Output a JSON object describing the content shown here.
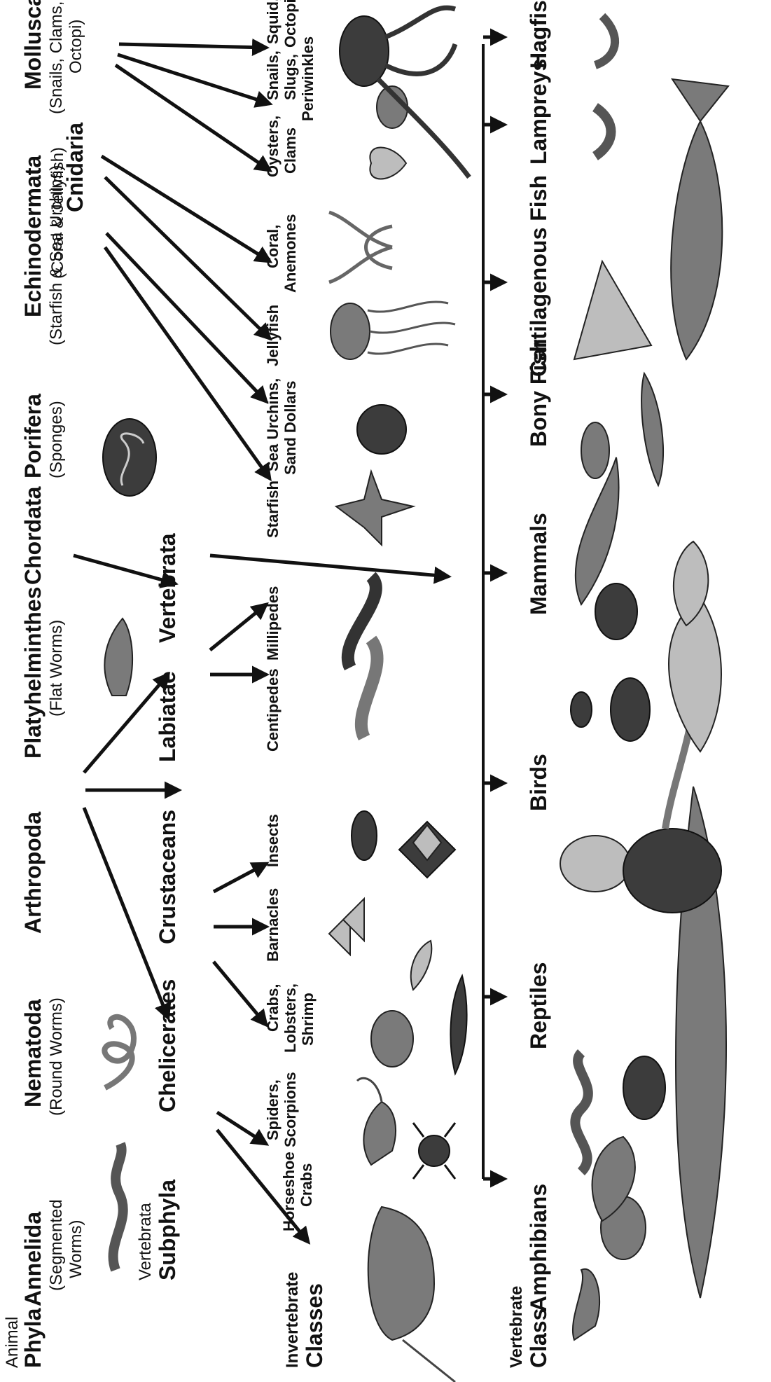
{
  "phyla_header": {
    "line1": "Animal",
    "line2": "Phyla"
  },
  "phyla": [
    {
      "id": "annelida",
      "name": "Annelida",
      "sub": [
        "(Segmented",
        "Worms)"
      ]
    },
    {
      "id": "nematoda",
      "name": "Nematoda",
      "sub": [
        "(Round Worms)"
      ]
    },
    {
      "id": "arthropoda",
      "name": "Arthropoda",
      "sub": []
    },
    {
      "id": "platyhelminthes",
      "name": "Platyhelminthes",
      "sub": [
        "(Flat Worms)"
      ]
    },
    {
      "id": "chordata",
      "name": "Chordata",
      "sub": []
    },
    {
      "id": "porifera",
      "name": "Porifera",
      "sub": [
        "(Sponges)"
      ]
    },
    {
      "id": "echinodermata",
      "name": "Echinodermata",
      "sub": [
        "(Starfish & Sea Urchins)"
      ]
    },
    {
      "id": "cnidaria",
      "name": "Cnidaria",
      "sub": [
        "(Coral & Jellyfish)"
      ]
    },
    {
      "id": "mollusca",
      "name": "Mollusca",
      "sub": [
        "(Snails, Clams,",
        "Octopi)"
      ]
    }
  ],
  "subphyla_header": {
    "line1": "Vertebrata",
    "line2": "Subphyla"
  },
  "subphyla": [
    {
      "id": "chelicerates",
      "name": "Chelicerates"
    },
    {
      "id": "crustaceans",
      "name": "Crustaceans"
    },
    {
      "id": "labiatae",
      "name": "Labiatae"
    },
    {
      "id": "vertebrata",
      "name": "Vertebrata"
    }
  ],
  "invertebrate_header": {
    "line1": "Invertebrate",
    "line2": "Classes"
  },
  "invertebrate_classes": [
    {
      "id": "horseshoe-crabs",
      "lines": [
        "Horseshoe",
        "Crabs"
      ]
    },
    {
      "id": "spiders-scorpions",
      "lines": [
        "Spiders,",
        "Scorpions"
      ]
    },
    {
      "id": "crabs-lobsters-shrimp",
      "lines": [
        "Crabs,",
        "Lobsters,",
        "Shrimp"
      ]
    },
    {
      "id": "barnacles",
      "lines": [
        "Barnacles"
      ]
    },
    {
      "id": "insects",
      "lines": [
        "Insects"
      ]
    },
    {
      "id": "centipedes",
      "lines": [
        "Centipedes"
      ]
    },
    {
      "id": "millipedes",
      "lines": [
        "Millipedes"
      ]
    },
    {
      "id": "starfish",
      "lines": [
        "Starfish"
      ]
    },
    {
      "id": "sea-urchins",
      "lines": [
        "Sea Urchins,",
        "Sand Dollars"
      ]
    },
    {
      "id": "jellyfish",
      "lines": [
        "Jellyfish"
      ]
    },
    {
      "id": "coral",
      "lines": [
        "Coral,",
        "Anemones"
      ]
    },
    {
      "id": "oysters",
      "lines": [
        "Oysters,",
        "Clams"
      ]
    },
    {
      "id": "snails",
      "lines": [
        "Snails,",
        "Slugs,",
        "Periwinkles"
      ]
    },
    {
      "id": "squid",
      "lines": [
        "Squid,",
        "Octopi"
      ]
    }
  ],
  "vertebrate_header": {
    "line1": "Vertebrate",
    "line2": "Class"
  },
  "vertebrate_classes": [
    {
      "id": "amphibians",
      "name": "Amphibians"
    },
    {
      "id": "reptiles",
      "name": "Reptiles"
    },
    {
      "id": "birds",
      "name": "Birds"
    },
    {
      "id": "mammals",
      "name": "Mammals"
    },
    {
      "id": "bony-fish",
      "name": "Bony Fish"
    },
    {
      "id": "cartilagenous-fish",
      "name": "Cartilagenous Fish"
    },
    {
      "id": "lampreys",
      "name": "Lampreys"
    },
    {
      "id": "hagfish",
      "name": "Hagfish"
    }
  ],
  "colors": {
    "ink": "#111111",
    "illustration_dark": "#3c3c3c",
    "illustration_mid": "#7a7a7a",
    "illustration_light": "#bdbdbd"
  },
  "illustrations": [
    "segmented-worm-icon",
    "round-worm-icon",
    "flatworm-icon",
    "sponge-icon",
    "starfish-icon",
    "sea-urchin-icon",
    "jellyfish-icon",
    "coral-icon",
    "scallop-icon",
    "snail-icon",
    "octopus-icon",
    "horseshoe-crab-icon",
    "scorpion-icon",
    "spider-icon",
    "crab-icon",
    "lobster-icon",
    "shrimp-icon",
    "barnacle-icon",
    "beetle-icon",
    "butterfly-icon",
    "centipede-icon",
    "millipede-icon",
    "salamander-icon",
    "frog-icon",
    "snake-icon",
    "chameleon-icon",
    "turtle-icon",
    "alligator-icon",
    "owl-icon",
    "ostrich-icon",
    "penguin-icon",
    "cardinal-icon",
    "kangaroo-icon",
    "chimpanzee-icon",
    "coyote-icon",
    "dolphin-icon",
    "perch-icon",
    "pike-icon",
    "stingray-icon",
    "shark-icon",
    "lamprey-icon",
    "hagfish-icon"
  ]
}
